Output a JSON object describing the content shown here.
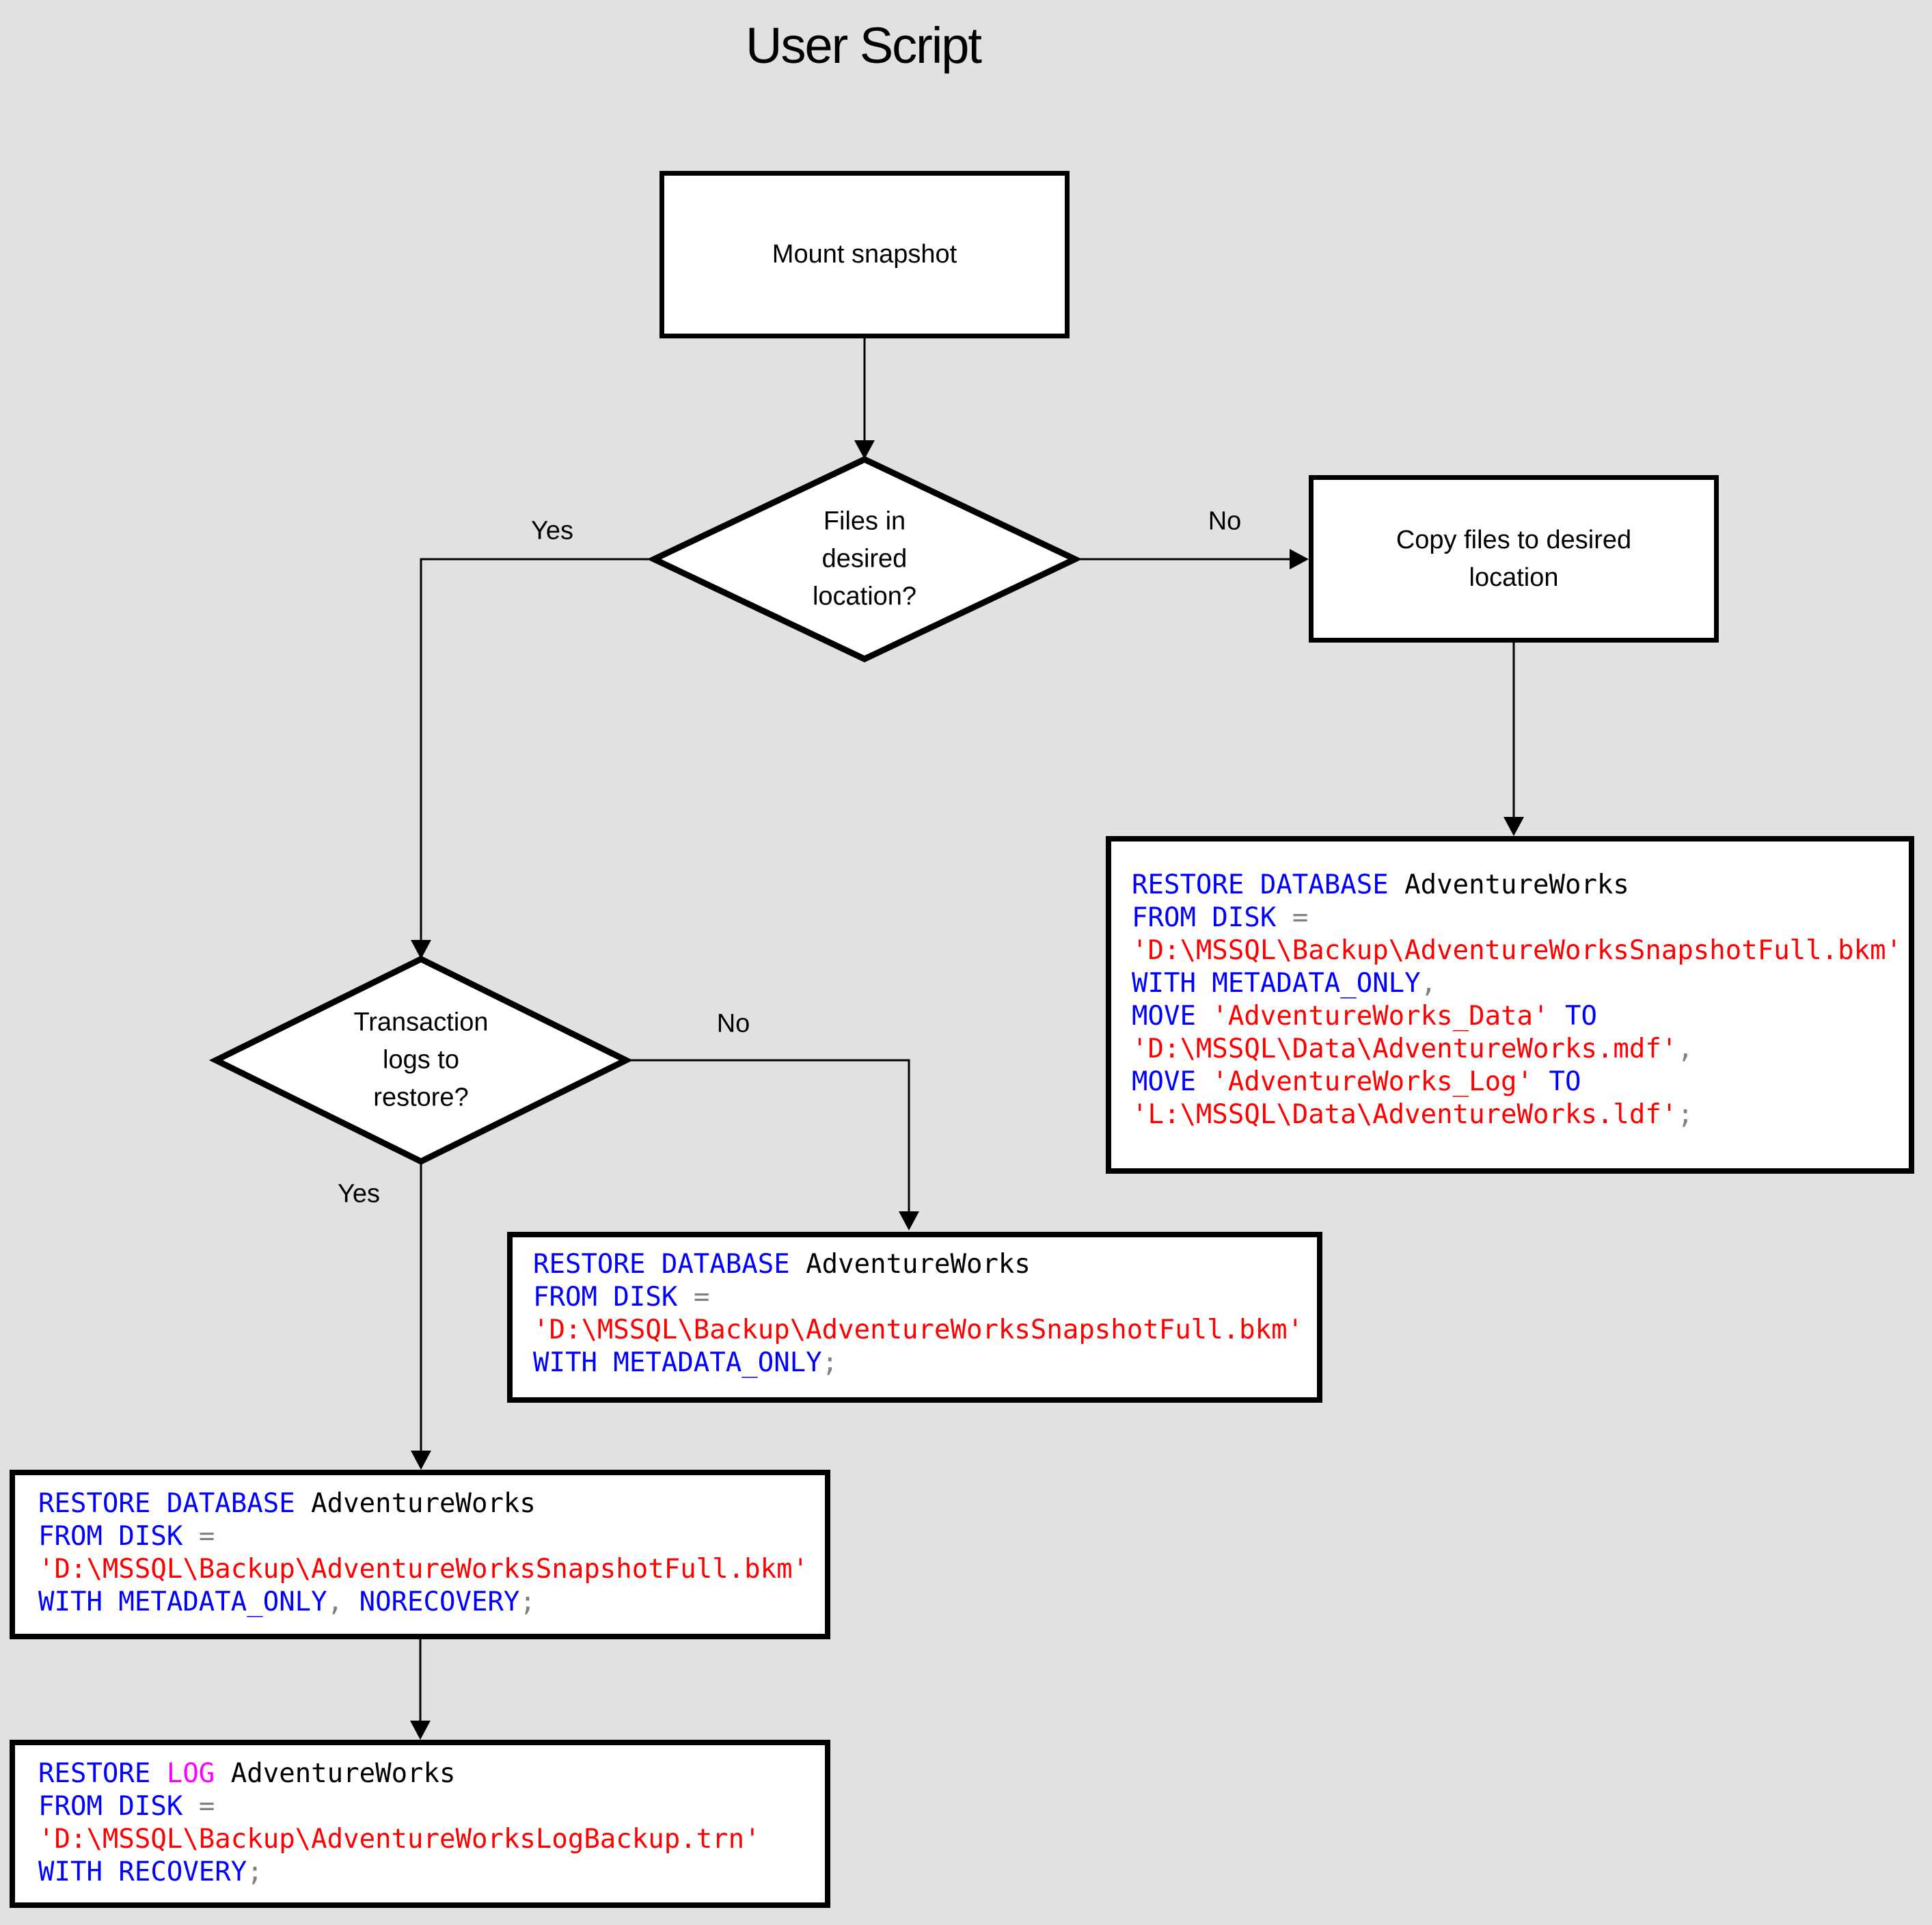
{
  "title": "User Script",
  "colors": {
    "background": "#e1e1e1",
    "node_fill": "#ffffff",
    "line": "#000000",
    "keyword": "#0000ff",
    "string": "#ff0000",
    "identifier": "#000000",
    "operator": "#808080",
    "log_keyword": "#ff00ff"
  },
  "nodes": {
    "mount": {
      "label": "Mount snapshot"
    },
    "files_decision": {
      "label": [
        "Files in",
        "desired",
        "location?"
      ]
    },
    "copy": {
      "label": [
        "Copy files to desired",
        "location"
      ]
    },
    "logs_decision": {
      "label": [
        "Transaction",
        "logs to",
        "restore?"
      ]
    }
  },
  "edge_labels": {
    "files_yes": "Yes",
    "files_no": "No",
    "logs_yes": "Yes",
    "logs_no": "No"
  },
  "code_blocks": [
    {
      "name": "restore-with-move",
      "lines": [
        [
          {
            "t": "RESTORE DATABASE ",
            "c": "keyword"
          },
          {
            "t": "AdventureWorks",
            "c": "identifier"
          }
        ],
        [
          {
            "t": "FROM DISK ",
            "c": "keyword"
          },
          {
            "t": "=",
            "c": "operator"
          }
        ],
        [
          {
            "t": "'D:\\MSSQL\\Backup\\AdventureWorksSnapshotFull.bkm'",
            "c": "string"
          }
        ],
        [
          {
            "t": "WITH METADATA_ONLY",
            "c": "keyword"
          },
          {
            "t": ",",
            "c": "operator"
          }
        ],
        [
          {
            "t": "MOVE ",
            "c": "keyword"
          },
          {
            "t": "'AdventureWorks_Data'",
            "c": "string"
          },
          {
            "t": " TO",
            "c": "keyword"
          }
        ],
        [
          {
            "t": "'D:\\MSSQL\\Data\\AdventureWorks.mdf'",
            "c": "string"
          },
          {
            "t": ",",
            "c": "operator"
          }
        ],
        [
          {
            "t": "MOVE ",
            "c": "keyword"
          },
          {
            "t": "'AdventureWorks_Log'",
            "c": "string"
          },
          {
            "t": " TO",
            "c": "keyword"
          }
        ],
        [
          {
            "t": "'L:\\MSSQL\\Data\\AdventureWorks.ldf'",
            "c": "string"
          },
          {
            "t": ";",
            "c": "operator"
          }
        ]
      ]
    },
    {
      "name": "restore-metadata-only",
      "lines": [
        [
          {
            "t": "RESTORE DATABASE ",
            "c": "keyword"
          },
          {
            "t": "AdventureWorks",
            "c": "identifier"
          }
        ],
        [
          {
            "t": "FROM DISK ",
            "c": "keyword"
          },
          {
            "t": "=",
            "c": "operator"
          }
        ],
        [
          {
            "t": "'D:\\MSSQL\\Backup\\AdventureWorksSnapshotFull.bkm'",
            "c": "string"
          }
        ],
        [
          {
            "t": "WITH METADATA_ONLY",
            "c": "keyword"
          },
          {
            "t": ";",
            "c": "operator"
          }
        ]
      ]
    },
    {
      "name": "restore-norecovery",
      "lines": [
        [
          {
            "t": "RESTORE DATABASE ",
            "c": "keyword"
          },
          {
            "t": "AdventureWorks",
            "c": "identifier"
          }
        ],
        [
          {
            "t": "FROM DISK ",
            "c": "keyword"
          },
          {
            "t": "=",
            "c": "operator"
          }
        ],
        [
          {
            "t": "'D:\\MSSQL\\Backup\\AdventureWorksSnapshotFull.bkm'",
            "c": "string"
          }
        ],
        [
          {
            "t": "WITH METADATA_ONLY",
            "c": "keyword"
          },
          {
            "t": ", ",
            "c": "operator"
          },
          {
            "t": "NORECOVERY",
            "c": "keyword"
          },
          {
            "t": ";",
            "c": "operator"
          }
        ]
      ]
    },
    {
      "name": "restore-log-recovery",
      "lines": [
        [
          {
            "t": "RESTORE ",
            "c": "keyword"
          },
          {
            "t": "LOG",
            "c": "log_keyword"
          },
          {
            "t": " AdventureWorks",
            "c": "identifier"
          }
        ],
        [
          {
            "t": "FROM DISK ",
            "c": "keyword"
          },
          {
            "t": "=",
            "c": "operator"
          }
        ],
        [
          {
            "t": "'D:\\MSSQL\\Backup\\AdventureWorksLogBackup.trn'",
            "c": "string"
          }
        ],
        [
          {
            "t": "WITH RECOVERY",
            "c": "keyword"
          },
          {
            "t": ";",
            "c": "operator"
          }
        ]
      ]
    }
  ]
}
